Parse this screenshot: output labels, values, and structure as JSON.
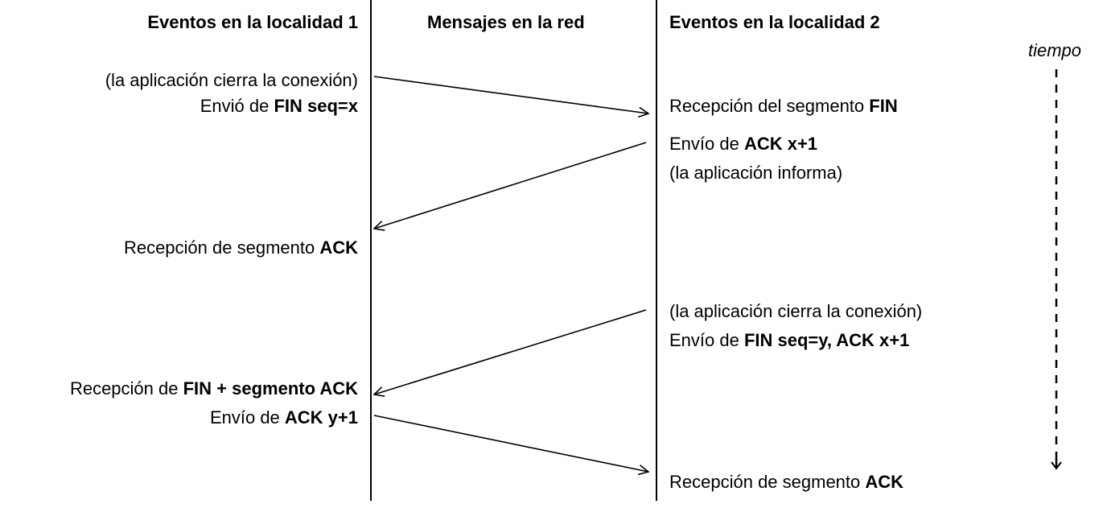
{
  "headers": {
    "site1": "Eventos en la localidad 1",
    "network": "Mensajes en la red",
    "site2": "Eventos en la localidad 2"
  },
  "time_label": "tiempo",
  "site1_events": [
    {
      "text": "(la aplicación cierra la conexión)"
    },
    {
      "pre": "Envió de ",
      "bold": "FIN seq=x"
    },
    {
      "pre": "Recepción de  segmento ",
      "bold": "ACK"
    },
    {
      "pre": "Recepción de ",
      "bold": "FIN + segmento ACK"
    },
    {
      "pre": "Envío de ",
      "bold": "ACK y+1"
    }
  ],
  "site2_events": [
    {
      "pre": "Recepción del segmento ",
      "bold": "FIN"
    },
    {
      "pre": "Envío de  ",
      "bold": "ACK x+1"
    },
    {
      "text": "(la aplicación informa)"
    },
    {
      "text": "(la aplicación cierra la conexión)"
    },
    {
      "pre": "Envío de ",
      "bold": "FIN seq=y, ACK x+1"
    },
    {
      "pre": "Recepción de segmento ",
      "bold": "ACK"
    }
  ]
}
